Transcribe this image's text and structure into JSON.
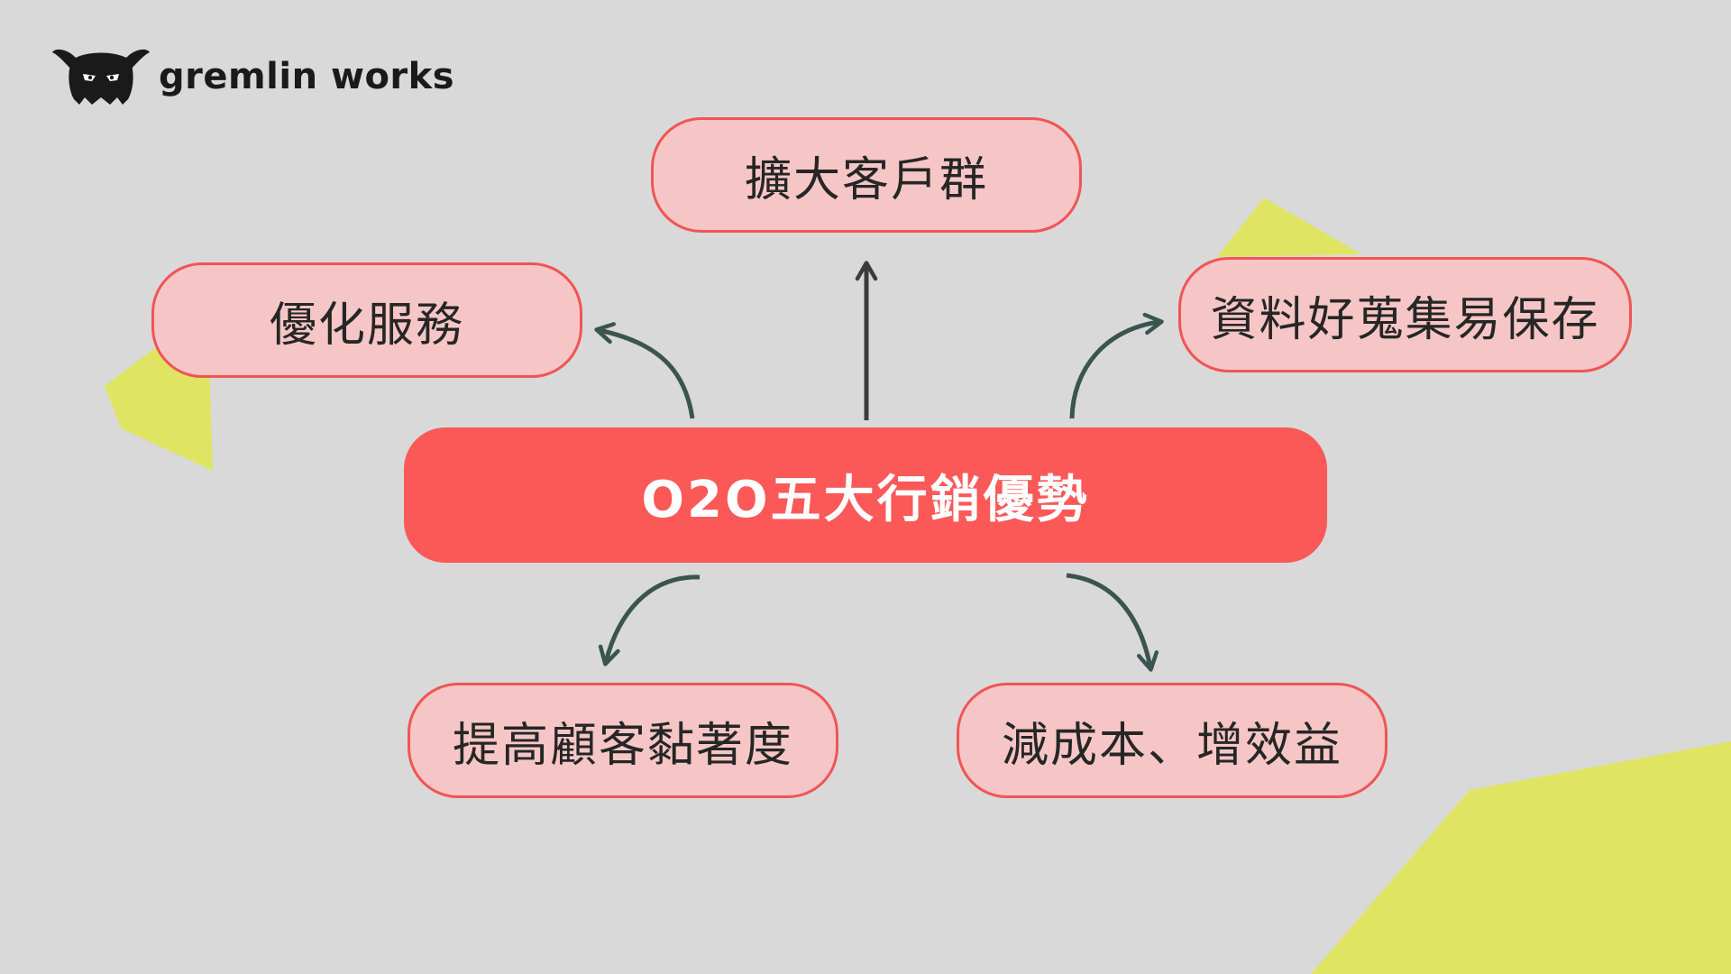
{
  "logo": {
    "text": "gremlin works",
    "icon": "gremlin-mascot-icon"
  },
  "diagram": {
    "center": {
      "label": "O2O五大行銷優勢"
    },
    "nodes": [
      {
        "id": "top",
        "label": "擴大客戶群"
      },
      {
        "id": "left",
        "label": "優化服務"
      },
      {
        "id": "right",
        "label": "資料好蒐集易保存"
      },
      {
        "id": "bottom-left",
        "label": "提高顧客黏著度"
      },
      {
        "id": "bottom-right",
        "label": "減成本、增效益"
      }
    ]
  },
  "colors": {
    "background": "#d9d9d9",
    "center_fill": "#fb5858",
    "node_fill": "#f6c6c6",
    "node_border": "#f05555",
    "arrow": "#3a5550",
    "accent_shape": "#dfe563"
  }
}
